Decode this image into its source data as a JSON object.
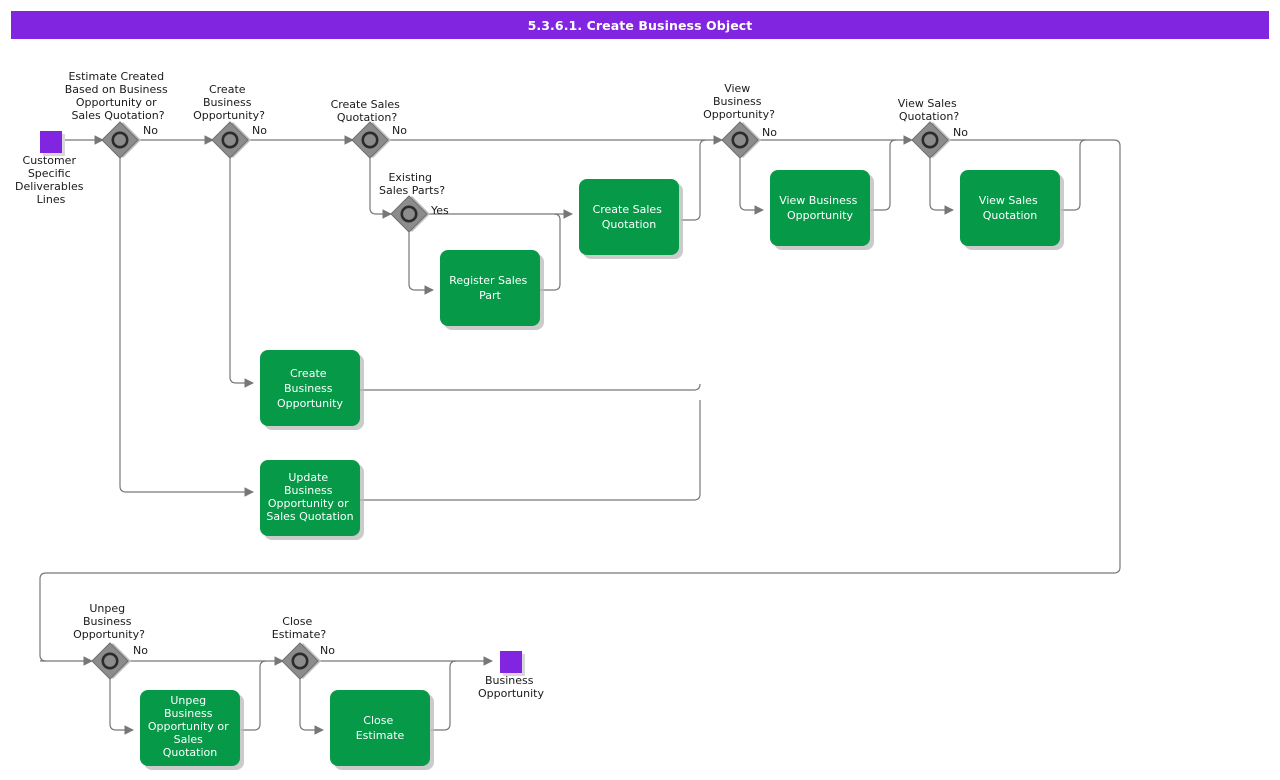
{
  "header": {
    "title": "5.3.6.1. Create Business Object",
    "background_color": "#8225e0",
    "text_color": "#ffffff"
  },
  "palette": {
    "activity_fill": "#069a48",
    "activity_text": "#ffffff",
    "decision_fill": "#8c8c8c",
    "decision_ring": "#2b2b2b",
    "terminal_fill": "#8225e0",
    "connector_stroke": "#777777",
    "label_text": "#1a1a1a",
    "page_background": "#ffffff"
  },
  "diagram": {
    "type": "flowchart",
    "terminals": [
      {
        "id": "start",
        "label_lines": [
          "Customer",
          "Specific",
          "Deliverables",
          "Lines"
        ],
        "label": "Customer Specific Deliverables Lines"
      },
      {
        "id": "end",
        "label_lines": [
          "Business",
          "Opportunity"
        ],
        "label": "Business Opportunity"
      }
    ],
    "decisions": [
      {
        "id": "d1",
        "question_lines": [
          "Estimate Created",
          "Based on Business",
          "Opportunity or",
          "Sales Quotation?"
        ],
        "question": "Estimate Created Based on Business Opportunity or Sales Quotation?",
        "branch_label": "No"
      },
      {
        "id": "d2",
        "question_lines": [
          "Create",
          "Business",
          "Opportunity?"
        ],
        "question": "Create Business Opportunity?",
        "branch_label": "No"
      },
      {
        "id": "d3",
        "question_lines": [
          "Create Sales",
          "Quotation?"
        ],
        "question": "Create Sales Quotation?",
        "branch_label": "No"
      },
      {
        "id": "d4",
        "question_lines": [
          "Existing",
          "Sales Parts?"
        ],
        "question": "Existing Sales Parts?",
        "branch_label": "Yes"
      },
      {
        "id": "d5",
        "question_lines": [
          "View",
          "Business",
          "Opportunity?"
        ],
        "question": "View Business Opportunity?",
        "branch_label": "No"
      },
      {
        "id": "d6",
        "question_lines": [
          "View Sales",
          "Quotation?"
        ],
        "question": "View Sales Quotation?",
        "branch_label": "No"
      },
      {
        "id": "d7",
        "question_lines": [
          "Unpeg",
          "Business",
          "Opportunity?"
        ],
        "question": "Unpeg Business Opportunity?",
        "branch_label": "No"
      },
      {
        "id": "d8",
        "question_lines": [
          "Close",
          "Estimate?"
        ],
        "question": "Close Estimate?",
        "branch_label": "No"
      }
    ],
    "activities": [
      {
        "id": "a1",
        "label": "Create Sales Quotation",
        "label_lines": [
          "Create Sales",
          "Quotation"
        ]
      },
      {
        "id": "a2",
        "label": "Register Sales Part",
        "label_lines": [
          "Register Sales",
          "Part"
        ]
      },
      {
        "id": "a3",
        "label": "View Business Opportunity",
        "label_lines": [
          "View Business",
          "Opportunity"
        ]
      },
      {
        "id": "a4",
        "label": "View Sales Quotation",
        "label_lines": [
          "View Sales",
          "Quotation"
        ]
      },
      {
        "id": "a5",
        "label": "Create Business Opportunity",
        "label_lines": [
          "Create",
          "Business",
          "Opportunity"
        ]
      },
      {
        "id": "a6",
        "label": "Update Business Opportunity or Sales Quotation",
        "label_lines": [
          "Update",
          "Business",
          "Opportunity or",
          "Sales Quotation"
        ]
      },
      {
        "id": "a7",
        "label": "Unpeg Business Opportunity or Sales Quotation",
        "label_lines": [
          "Unpeg",
          "Business",
          "Opportunity or",
          "Sales",
          "Quotation"
        ]
      },
      {
        "id": "a8",
        "label": "Close Estimate",
        "label_lines": [
          "Close",
          "Estimate"
        ]
      }
    ]
  }
}
